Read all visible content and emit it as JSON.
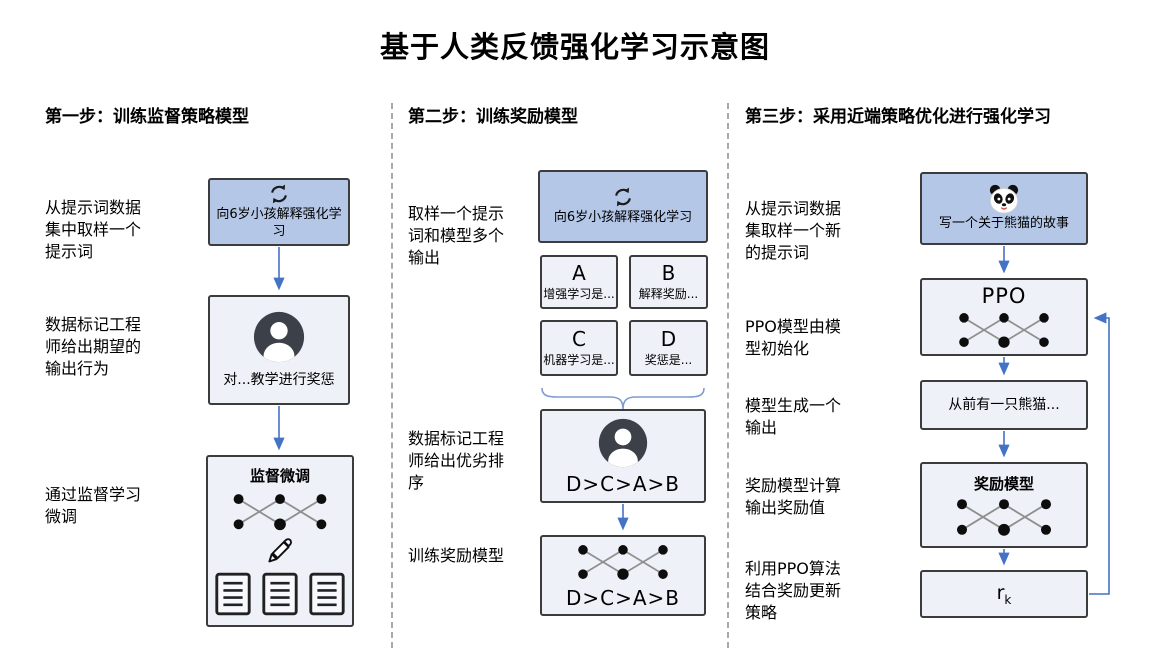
{
  "title": "基于人类反馈强化学习示意图",
  "colors": {
    "accent_arrow": "#4472c4",
    "box_blue": "#b4c7e7",
    "box_light": "#eef1f8",
    "box_border": "#3c3c3c",
    "divider": "#a9a9a9"
  },
  "step1": {
    "header": "第一步：训练监督策略模型",
    "labels": {
      "sample": "从提示词数据集中取样一个提示词",
      "labeler": "数据标记工程师给出期望的输出行为",
      "finetune": "通过监督学习微调"
    },
    "boxes": {
      "prompt": "向6岁小孩解释强化学习",
      "demo": "对...教学进行奖惩",
      "sft_title": "监督微调"
    }
  },
  "step2": {
    "header": "第二步：训练奖励模型",
    "labels": {
      "sample": "取样一个提示词和模型多个输出",
      "rank": "数据标记工程师给出优劣排序",
      "train": "训练奖励模型"
    },
    "boxes": {
      "prompt": "向6岁小孩解释强化学习",
      "outputs": [
        {
          "letter": "A",
          "text": "增强学习是..."
        },
        {
          "letter": "B",
          "text": "解释奖励..."
        },
        {
          "letter": "C",
          "text": "机器学习是..."
        },
        {
          "letter": "D",
          "text": "奖惩是..."
        }
      ],
      "ranking": "D>C>A>B"
    }
  },
  "step3": {
    "header": "第三步：采用近端策略优化进行强化学习",
    "labels": {
      "sample": "从提示词数据集取样一个新的提示词",
      "init": "PPO模型由模型初始化",
      "generate": "模型生成一个输出",
      "reward": "奖励模型计算输出奖励值",
      "update": "利用PPO算法结合奖励更新策略"
    },
    "boxes": {
      "prompt": "写一个关于熊猫的故事",
      "ppo": "PPO",
      "output": "从前有一只熊猫...",
      "reward_model": "奖励模型",
      "reward_value": "r",
      "reward_value_sub": "k"
    }
  }
}
